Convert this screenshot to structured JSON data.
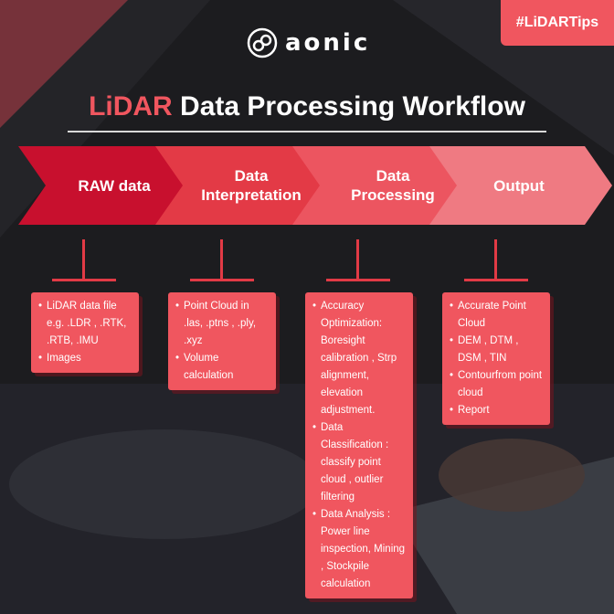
{
  "tag": "#LiDARTips",
  "logo": {
    "text": "aonic",
    "icon": "aonic-logo-icon"
  },
  "title": {
    "accent": "LiDAR",
    "rest": " Data Processing Workflow"
  },
  "colors": {
    "accent": "#f0565f",
    "dark_red": "#c8102e",
    "background": "#1c1c1f"
  },
  "steps": [
    {
      "label": "RAW data",
      "color": "#c8102e",
      "items": [
        "LiDAR data file e.g. .LDR , .RTK, .RTB, .IMU",
        "Images"
      ]
    },
    {
      "label": "Data\nInterpretation",
      "color": "#e33a46",
      "items": [
        "Point Cloud in .las, .ptns , .ply, .xyz",
        "Volume calculation"
      ]
    },
    {
      "label": "Data\nProcessing",
      "color": "#ec5560",
      "items": [
        "Accuracy Optimization: Boresight calibration , Strp alignment, elevation adjustment.",
        "Data Classification : classify point cloud , outlier filtering",
        "Data Analysis : Power line inspection, Mining , Stockpile calculation"
      ]
    },
    {
      "label": "Output",
      "color": "#ef7a82",
      "items": [
        "Accurate Point Cloud",
        "DEM , DTM , DSM , TIN",
        "Contourfrom point cloud",
        "Report"
      ]
    }
  ]
}
